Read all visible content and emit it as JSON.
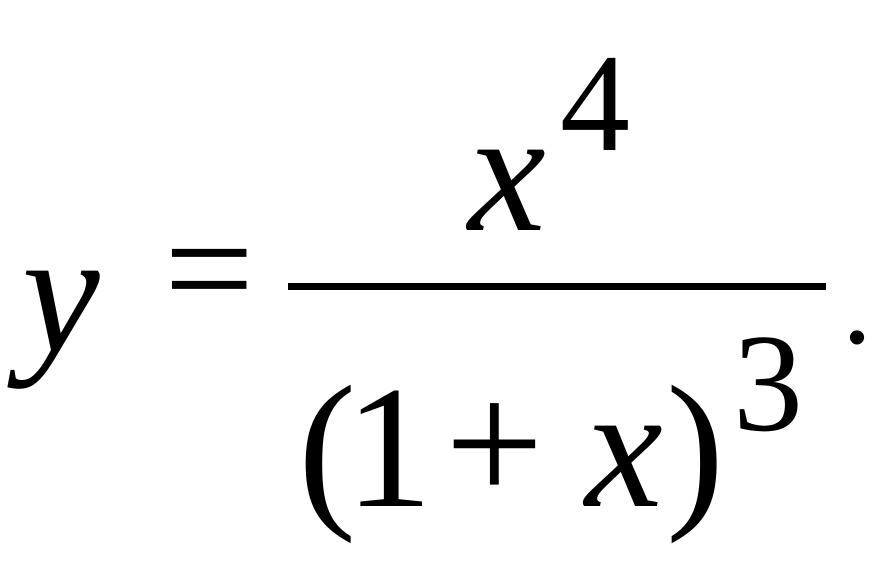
{
  "equation": {
    "lhs": "y",
    "equals": "=",
    "numerator": {
      "base": "x",
      "exponent": "4"
    },
    "denominator": {
      "open_paren": "(",
      "one": "1",
      "plus": "+",
      "variable": "x",
      "close_paren": ")",
      "exponent": "3"
    },
    "terminator": "."
  }
}
